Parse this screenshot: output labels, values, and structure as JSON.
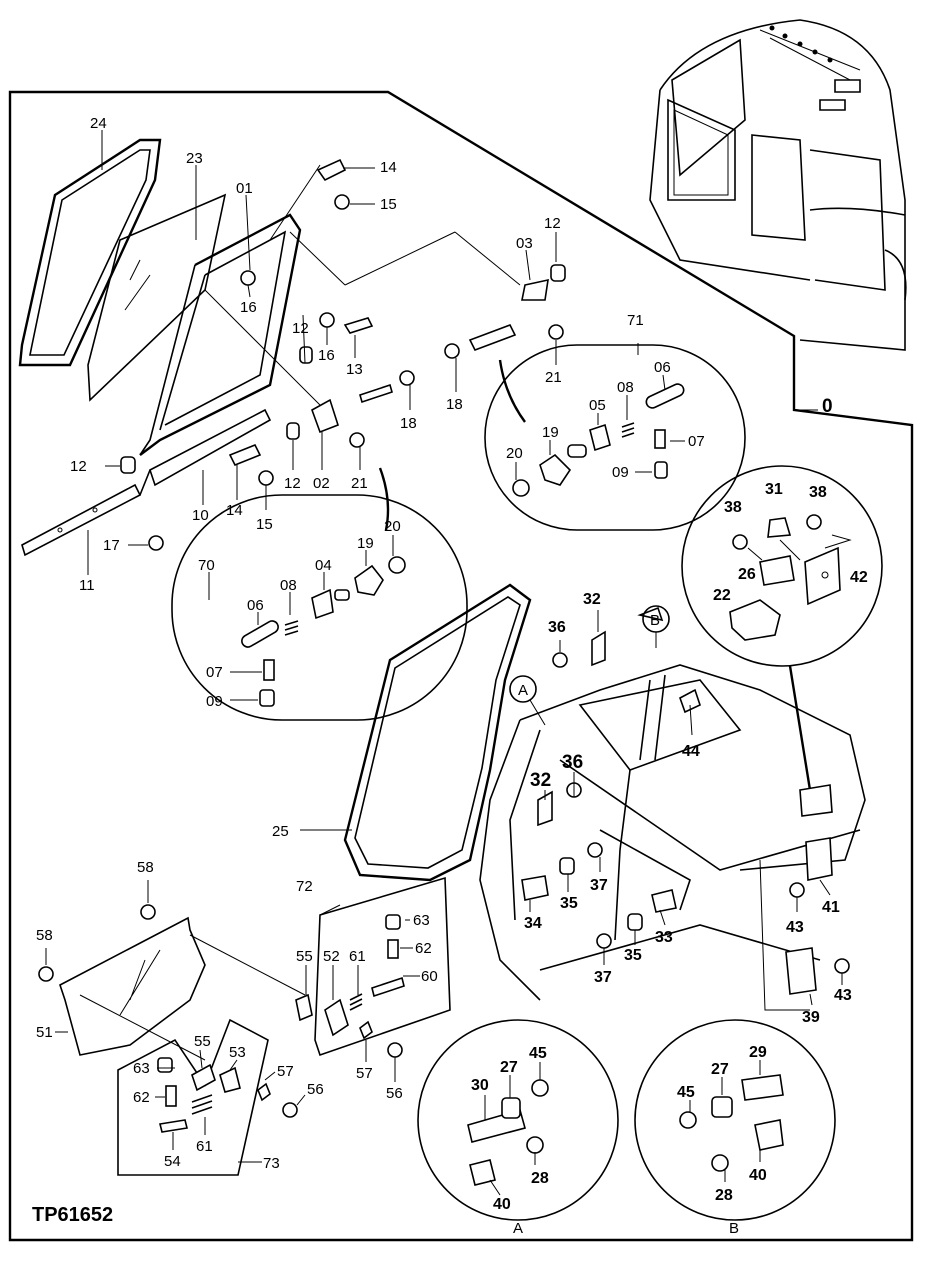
{
  "diagram": {
    "code": "TP61652",
    "assembly_label": "0",
    "callout_a": "A",
    "callout_b": "B",
    "detail_a_caption": "A",
    "detail_b_caption": "B",
    "door_labels": {
      "l24": "24",
      "l23": "23",
      "l01": "01",
      "l14a": "14",
      "l15a": "15",
      "l16a": "16",
      "l16b": "16",
      "l13": "13",
      "l12a": "12",
      "l12b": "12",
      "l12c": "12",
      "l12d": "12",
      "l02": "02",
      "l21a": "21",
      "l18a": "18",
      "l14b": "14",
      "l15b": "15",
      "l10": "10",
      "l11": "11",
      "l17": "17",
      "l03": "03",
      "l21b": "21",
      "l18b": "18"
    },
    "group71": {
      "l71": "71",
      "l06": "06",
      "l08": "08",
      "l05": "05",
      "l19": "19",
      "l20": "20",
      "l07": "07",
      "l09": "09"
    },
    "group70": {
      "l70": "70",
      "l06": "06",
      "l08": "08",
      "l04": "04",
      "l19": "19",
      "l20": "20",
      "l07": "07",
      "l09": "09"
    },
    "latch_detail": {
      "l31": "31",
      "l38a": "38",
      "l38b": "38",
      "l26": "26",
      "l42": "42",
      "l22": "22"
    },
    "cab_labels": {
      "l25": "25",
      "l32a": "32",
      "l36a": "36",
      "l44": "44",
      "l32b": "32",
      "l36b": "36",
      "l34": "34",
      "l35a": "35",
      "l37a": "37",
      "l33": "33",
      "l37b": "37",
      "l35b": "35",
      "l43a": "43",
      "l41": "41",
      "l39": "39",
      "l43b": "43"
    },
    "window_labels": {
      "l58a": "58",
      "l58b": "58",
      "l51": "51",
      "l72": "72",
      "l55a": "55",
      "l52": "52",
      "l61a": "61",
      "l63a": "63",
      "l62a": "62",
      "l60": "60",
      "l57a": "57",
      "l56a": "56",
      "l55b": "55",
      "l53": "53",
      "l63b": "63",
      "l62b": "62",
      "l54": "54",
      "l61b": "61",
      "l57b": "57",
      "l56b": "56",
      "l73": "73"
    },
    "detail_a": {
      "l30": "30",
      "l27": "27",
      "l45": "45",
      "l28": "28",
      "l40": "40"
    },
    "detail_b": {
      "l29": "29",
      "l27": "27",
      "l45": "45",
      "l28": "28",
      "l40": "40"
    }
  }
}
